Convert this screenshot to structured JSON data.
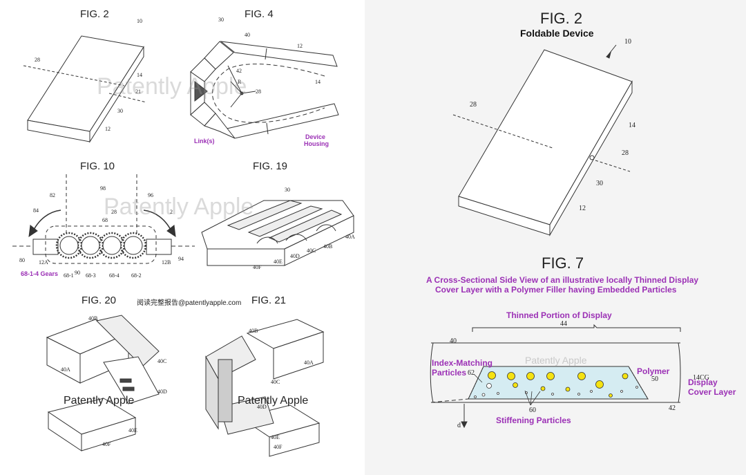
{
  "left": {
    "fig2": {
      "title": "FIG. 2",
      "refs": [
        "10",
        "28",
        "14",
        "21",
        "30",
        "12"
      ]
    },
    "fig4": {
      "title": "FIG. 4",
      "refs": [
        "30",
        "40",
        "12",
        "42",
        "R",
        "28",
        "14"
      ],
      "label_links": "Link(s)",
      "label_housing_1": "Device",
      "label_housing_2": "Housing"
    },
    "fig10": {
      "title": "FIG. 10",
      "refs": [
        "98",
        "82",
        "96",
        "84",
        "28",
        "2",
        "68",
        "80",
        "12A",
        "12B",
        "94",
        "68-1",
        "90",
        "68-3",
        "68-4",
        "68-2"
      ],
      "label_gears": "68-1-4 Gears"
    },
    "fig19": {
      "title": "FIG. 19",
      "refs": [
        "30",
        "40A",
        "40B",
        "40C",
        "40D",
        "40E",
        "40F"
      ]
    },
    "fig20": {
      "title": "FIG. 20",
      "refs": [
        "40B",
        "40A",
        "40C",
        "40D",
        "40E",
        "40F"
      ]
    },
    "fig21": {
      "title": "FIG. 21",
      "refs": [
        "40B",
        "40A",
        "40C",
        "40D",
        "40E",
        "40F"
      ]
    },
    "chinese_note": "阅读完整报告@patentlyapple.com",
    "watermark_1": "Patently Apple",
    "watermark_2": "Patently Apple",
    "watermark_3": "Patently Apple",
    "watermark_4": "Patently Apple"
  },
  "right": {
    "fig2": {
      "title": "FIG. 2",
      "subtitle": "Foldable Device",
      "ref_10": "10",
      "ref_28a": "28",
      "ref_14": "14",
      "ref_28b": "28",
      "ref_30": "30",
      "ref_12": "12"
    },
    "fig7": {
      "title": "FIG. 7",
      "caption_1": "A Cross-Sectional Side View of an illustrative locally Thinned Display",
      "caption_2": "Cover Layer with a Polymer Filler having Embedded Particles",
      "thinned_label": "Thinned Portion of Display",
      "ref_44": "44",
      "ref_40": "40",
      "index_matching_1": "Index-Matching",
      "index_matching_2": "Particles",
      "ref_62": "62",
      "watermark": "Patently Apple",
      "polymer": "Polymer",
      "ref_50": "50",
      "ref_14cg": "14CG",
      "display_1": "Display",
      "display_2": "Cover Layer",
      "ref_42": "42",
      "ref_60": "60",
      "stiffening": "Stiffening Particles",
      "ref_d": "d"
    }
  },
  "colors": {
    "accent_purple": "#9b30b5",
    "particle_yellow": "#f5e211",
    "polymer_fill": "#d5ecf2"
  }
}
